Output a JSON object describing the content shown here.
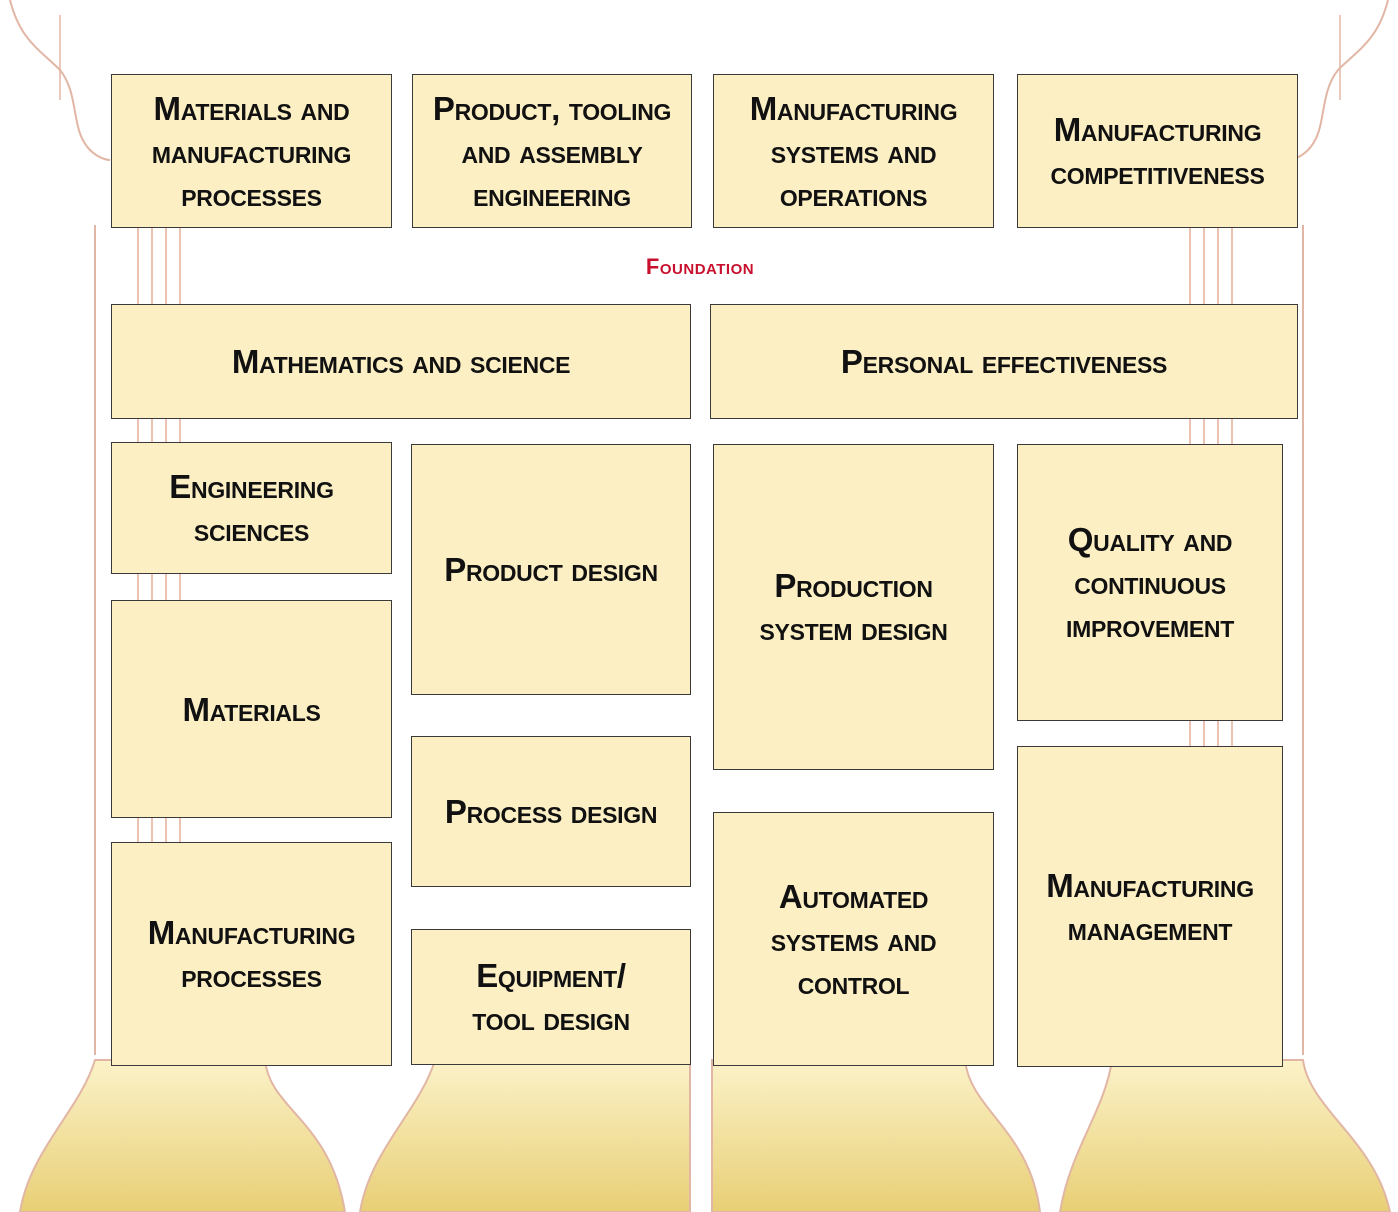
{
  "colors": {
    "box_fill": "#fcefc4",
    "box_border": "#3a3a3a",
    "pillar_line": "#e9b9a8",
    "foundation_label": "#c8102e",
    "base_gold": "#f3dd8e"
  },
  "foundation_label": "Foundation",
  "top_row": [
    [
      "Materials and",
      "Manufacturing",
      "Processes"
    ],
    [
      "Product, Tooling",
      "and Assembly",
      "Engineering"
    ],
    [
      "Manufacturing",
      "Systems and",
      "Operations"
    ],
    [
      "Manufacturing",
      "Competitiveness"
    ]
  ],
  "foundation_row": [
    [
      "Mathematics and Science"
    ],
    [
      "Personal Effectiveness"
    ]
  ],
  "columns": [
    [
      [
        "Engineering",
        "Sciences"
      ],
      [
        "Materials"
      ],
      [
        "Manufacturing",
        "Processes"
      ]
    ],
    [
      [
        "Product Design"
      ],
      [
        "Process Design"
      ],
      [
        "Equipment/",
        "Tool Design"
      ]
    ],
    [
      [
        "Production",
        "System Design"
      ],
      [
        "Automated",
        "Systems and",
        "Control"
      ]
    ],
    [
      [
        "Quality and",
        "Continuous",
        "Improvement"
      ],
      [
        "Manufacturing",
        "Management"
      ]
    ]
  ]
}
